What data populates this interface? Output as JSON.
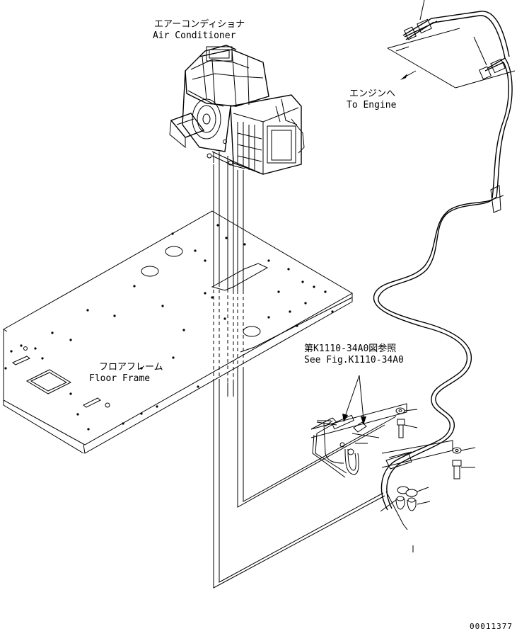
{
  "labels": {
    "air_conditioner_ja": "エアーコンディショナ",
    "air_conditioner_en": "Air Conditioner",
    "to_engine_ja": "エンジンへ",
    "to_engine_en": "To Engine",
    "floor_frame_ja": "フロアフレーム",
    "floor_frame_en": "Floor Frame",
    "see_fig_ja": "第K1110-34A0図参照",
    "see_fig_en": "See Fig.K1110-34A0",
    "drawing_number": "00011377"
  }
}
